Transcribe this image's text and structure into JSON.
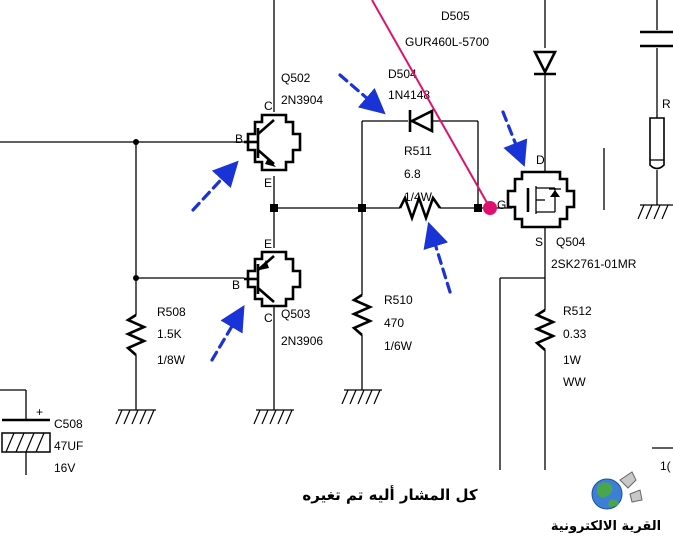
{
  "components": {
    "d505": {
      "ref": "D505",
      "part": "GUR460L-5700"
    },
    "d504": {
      "ref": "D504",
      "part": "1N4148"
    },
    "q502": {
      "ref": "Q502",
      "part": "2N3904",
      "pin_c": "C",
      "pin_b": "B",
      "pin_e": "E"
    },
    "q503": {
      "ref": "Q503",
      "part": "2N3906",
      "pin_c": "C",
      "pin_b": "B",
      "pin_e": "E"
    },
    "q504": {
      "ref": "Q504",
      "part": "2SK2761-01MR",
      "pin_d": "D",
      "pin_g": "G",
      "pin_s": "S"
    },
    "r511": {
      "ref": "R511",
      "value": "6.8",
      "power": "1/4W"
    },
    "r508": {
      "ref": "R508",
      "value": "1.5K",
      "power": "1/8W"
    },
    "r510": {
      "ref": "R510",
      "value": "470",
      "power": "1/6W"
    },
    "r512": {
      "ref": "R512",
      "value": "0.33",
      "power": "1W",
      "extra": "WW"
    },
    "c508": {
      "ref": "C508",
      "value": "47UF",
      "voltage": "16V",
      "polarity": "+"
    },
    "edge_r": {
      "ref": "R"
    },
    "edge_bottom": {
      "text": "1("
    }
  },
  "annotation": {
    "text": "كل المشار أليه تم تغيره"
  },
  "logo": {
    "text": "القرية الالكترونية",
    "icon": "globe-icon"
  },
  "colors": {
    "annotation_arrows": "#1a33d6",
    "marker_line": "#e0116e",
    "wires": "#000000"
  }
}
